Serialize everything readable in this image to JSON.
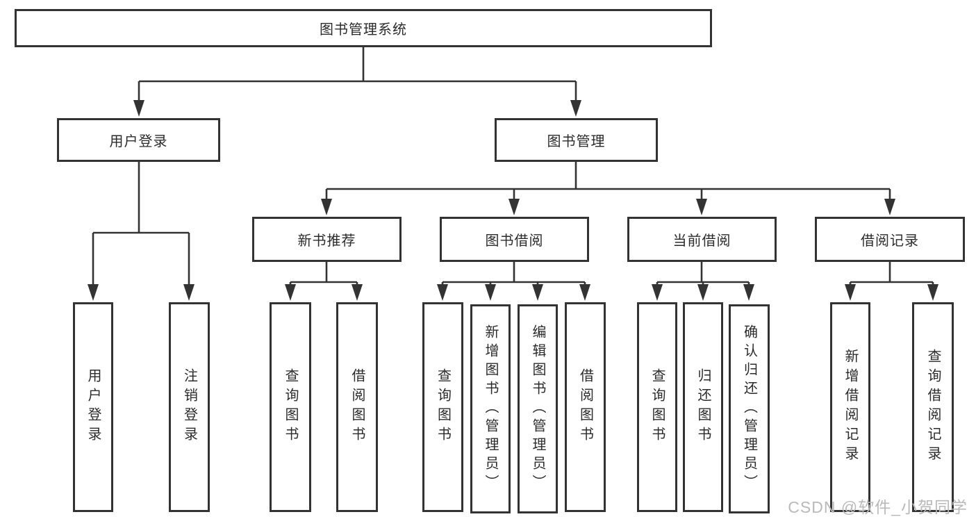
{
  "tree": {
    "root_label": "图书管理系统",
    "user_login": {
      "label": "用户登录",
      "children": [
        "用户登录",
        "注销登录"
      ]
    },
    "book_management": {
      "label": "图书管理",
      "sections": {
        "new_book": {
          "label": "新书推荐",
          "children": [
            "查询图书",
            "借阅图书"
          ]
        },
        "borrow": {
          "label": "图书借阅",
          "children": [
            "查询图书",
            "新增图书（管理员）",
            "编辑图书（管理员）",
            "借阅图书"
          ]
        },
        "current": {
          "label": "当前借阅",
          "children": [
            "查询图书",
            "归还图书",
            "确认归还（管理员）"
          ]
        },
        "records": {
          "label": "借阅记录",
          "children": [
            "新增借阅记录",
            "查询借阅记录"
          ]
        }
      }
    }
  },
  "watermark": {
    "text": "CSDN @软件_小贺同学"
  },
  "colors": {
    "line": "#333333",
    "text": "#2b2b2b",
    "box_background": "#ffffff",
    "watermark": "#b9b9b9"
  }
}
